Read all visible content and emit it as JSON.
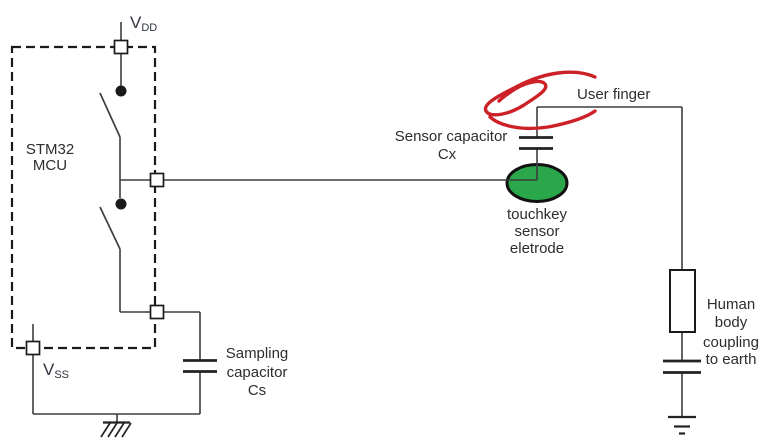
{
  "diagram": {
    "labels": {
      "vdd": {
        "base": "V",
        "sub": "DD"
      },
      "vss": {
        "base": "V",
        "sub": "SS"
      },
      "mcu": [
        "STM32",
        "MCU"
      ],
      "sampling_capacitor": [
        "Sampling",
        "capacitor",
        "Cs"
      ],
      "sensor_capacitor": [
        "Sensor capacitor",
        "Cx"
      ],
      "touchkey_electrode": [
        "touchkey",
        "sensor",
        "eletrode"
      ],
      "user_finger": "User finger",
      "human_body_coupling": [
        "Human",
        "body",
        "coupling",
        "to earth"
      ]
    },
    "colors": {
      "electrode_green": "#2aa64b",
      "finger_red": "#cc2127",
      "wire_gray": "#3d3d3d"
    }
  }
}
